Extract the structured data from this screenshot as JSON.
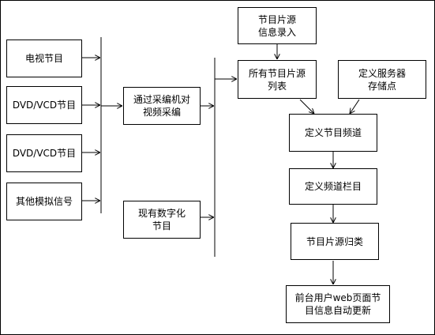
{
  "nodes": {
    "tv": "电视节目",
    "dvd1": "DVD/VCD节目",
    "dvd2": "DVD/VCD节目",
    "analog": "其他模拟信号",
    "encoder": "通过采编机对\n视频采编",
    "digital": "现有数字化\n节目",
    "entry": "节目片源\n信息录入",
    "list": "所有节目片源\n列表",
    "storage": "定义服务器\n存储点",
    "channel": "定义节目频道",
    "column": "定义频道栏目",
    "classify": "节目片源归类",
    "web": "前台用户web页面节\n目信息自动更新"
  }
}
